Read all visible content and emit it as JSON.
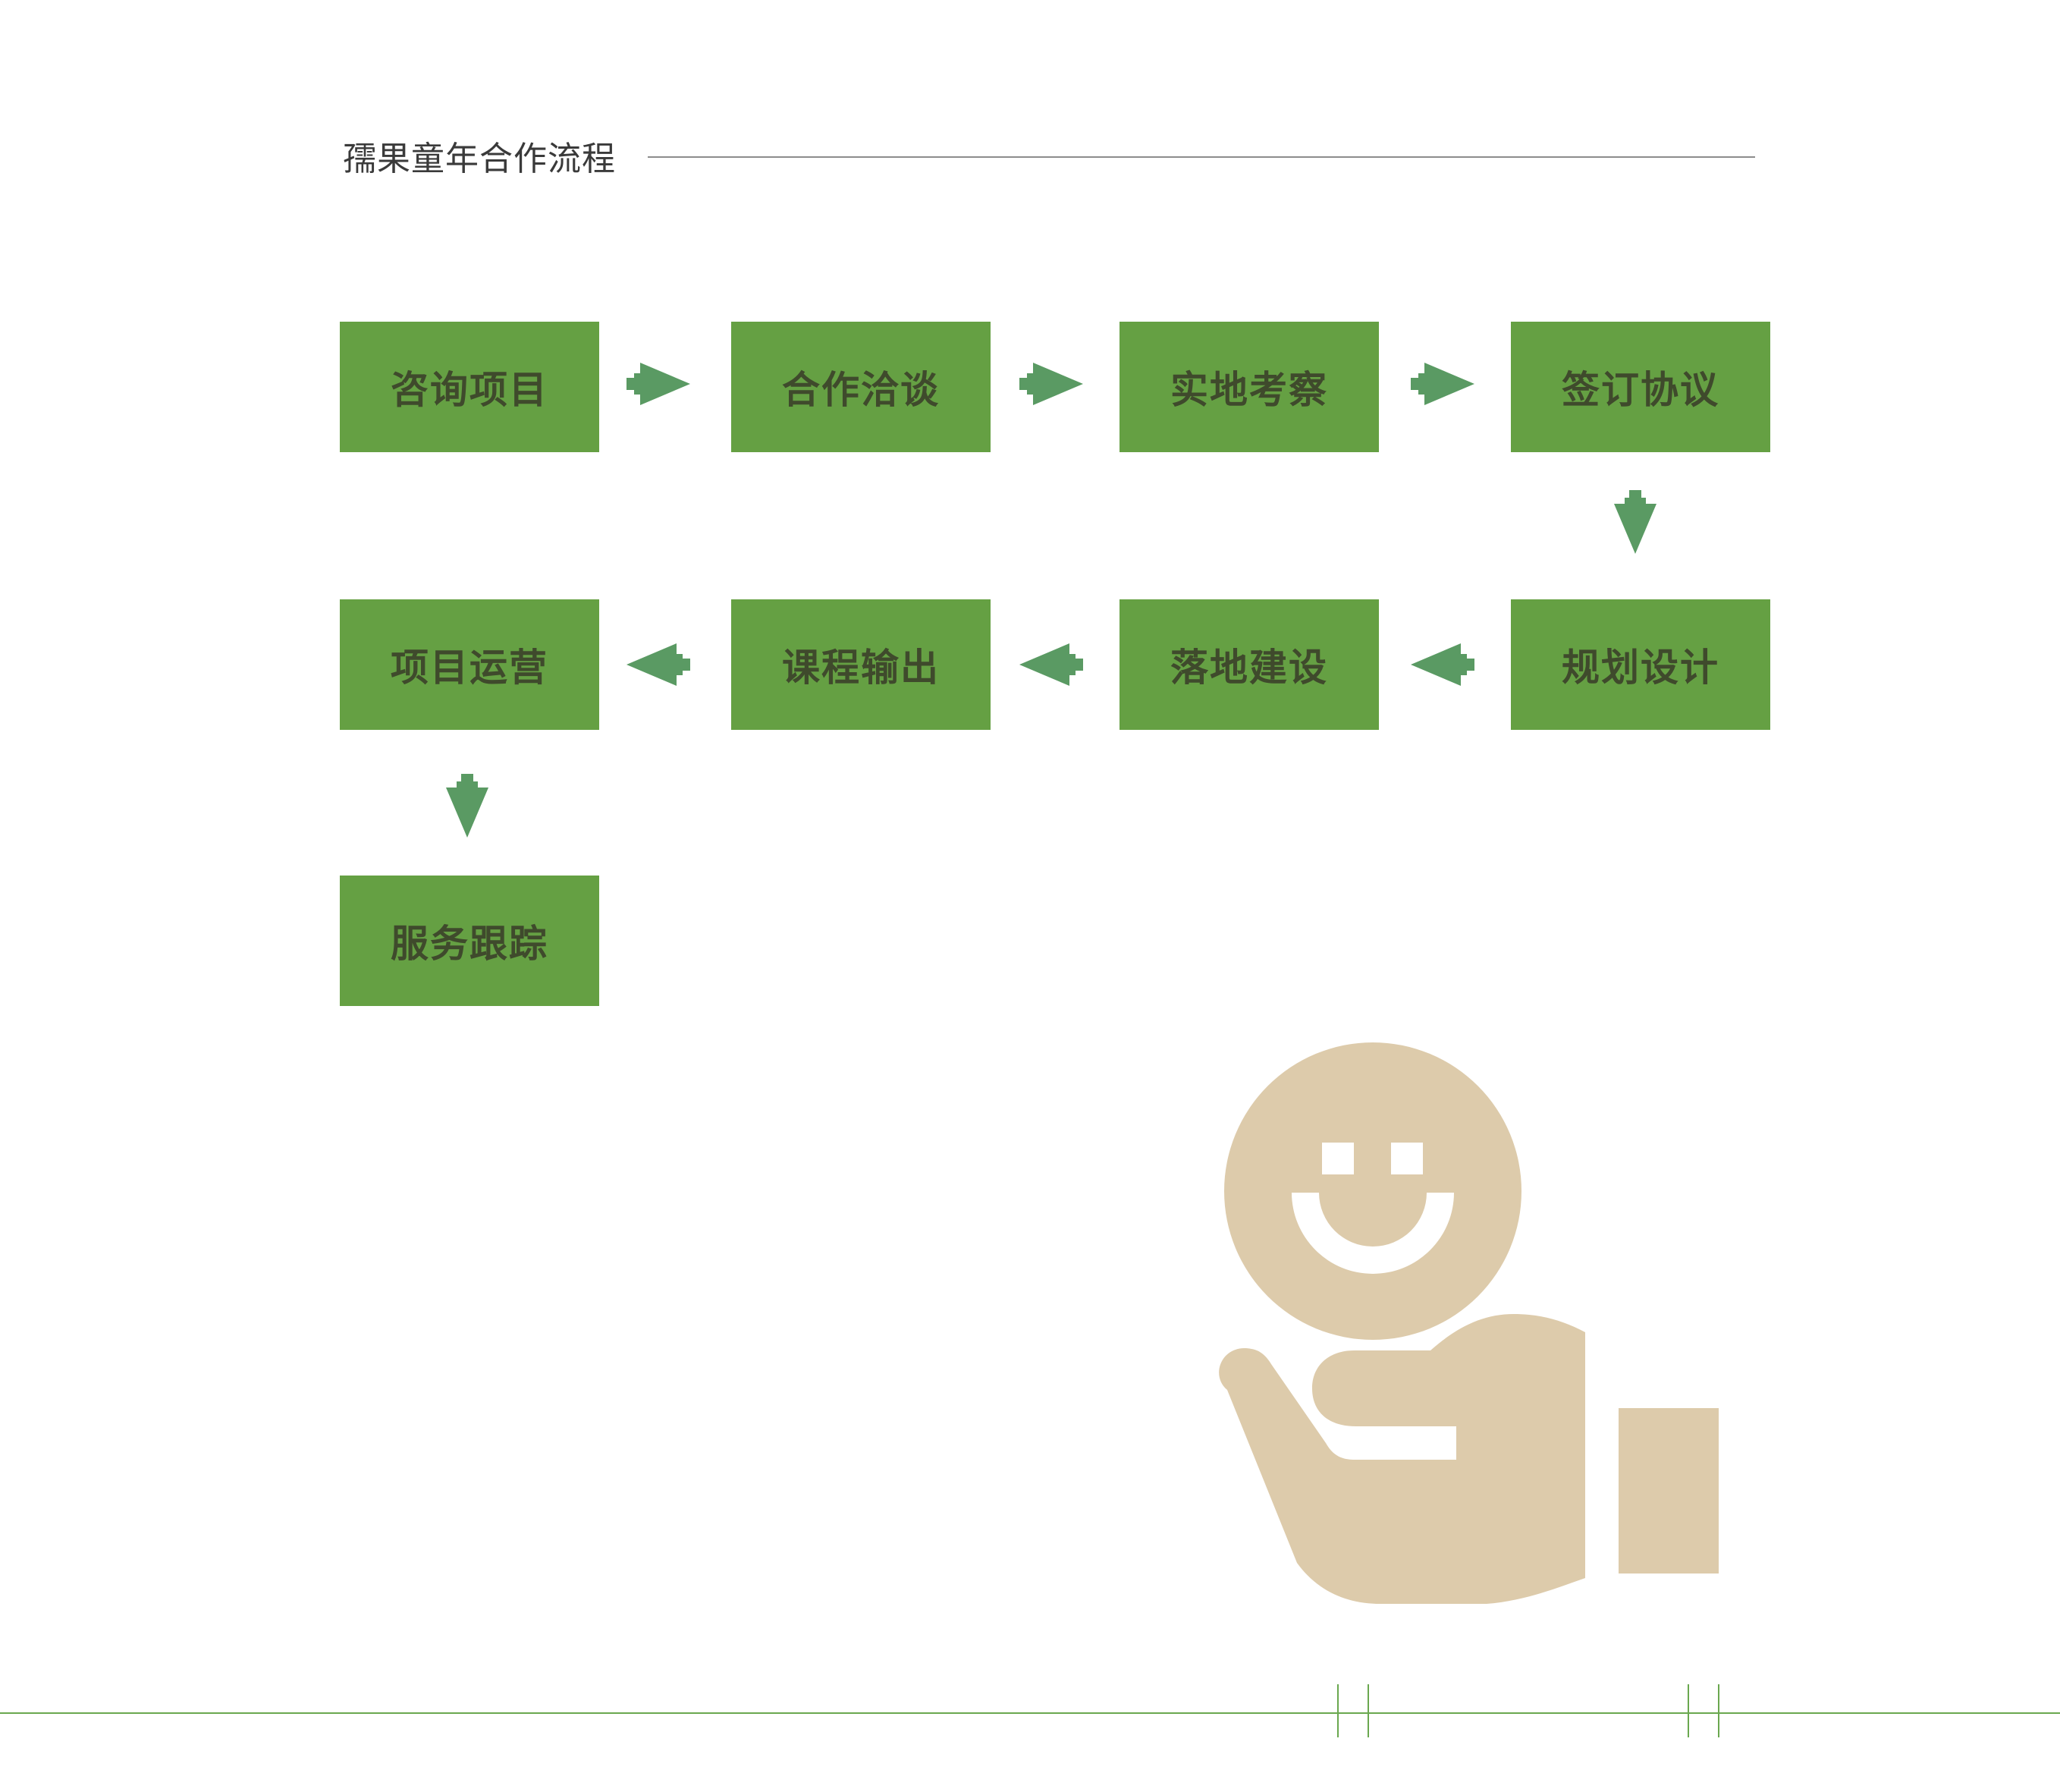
{
  "header": {
    "title": "孺果童年合作流程"
  },
  "flow": {
    "steps": [
      {
        "label": "咨询项目"
      },
      {
        "label": "合作洽谈"
      },
      {
        "label": "实地考察"
      },
      {
        "label": "签订协议"
      },
      {
        "label": "规划设计"
      },
      {
        "label": "落地建设"
      },
      {
        "label": "课程输出"
      },
      {
        "label": "项目运营"
      },
      {
        "label": "服务跟踪"
      }
    ]
  },
  "colors": {
    "step_fill": "#65a043",
    "step_text": "#3f4a2c",
    "arrow": "#5a9a63",
    "illustration": "#ddcbab",
    "footer_line": "#6aa84f",
    "title_rule": "#8c8c8c"
  },
  "icons": {
    "illustration": "smiley-on-hand-icon",
    "arrow": "arrow-icon"
  }
}
